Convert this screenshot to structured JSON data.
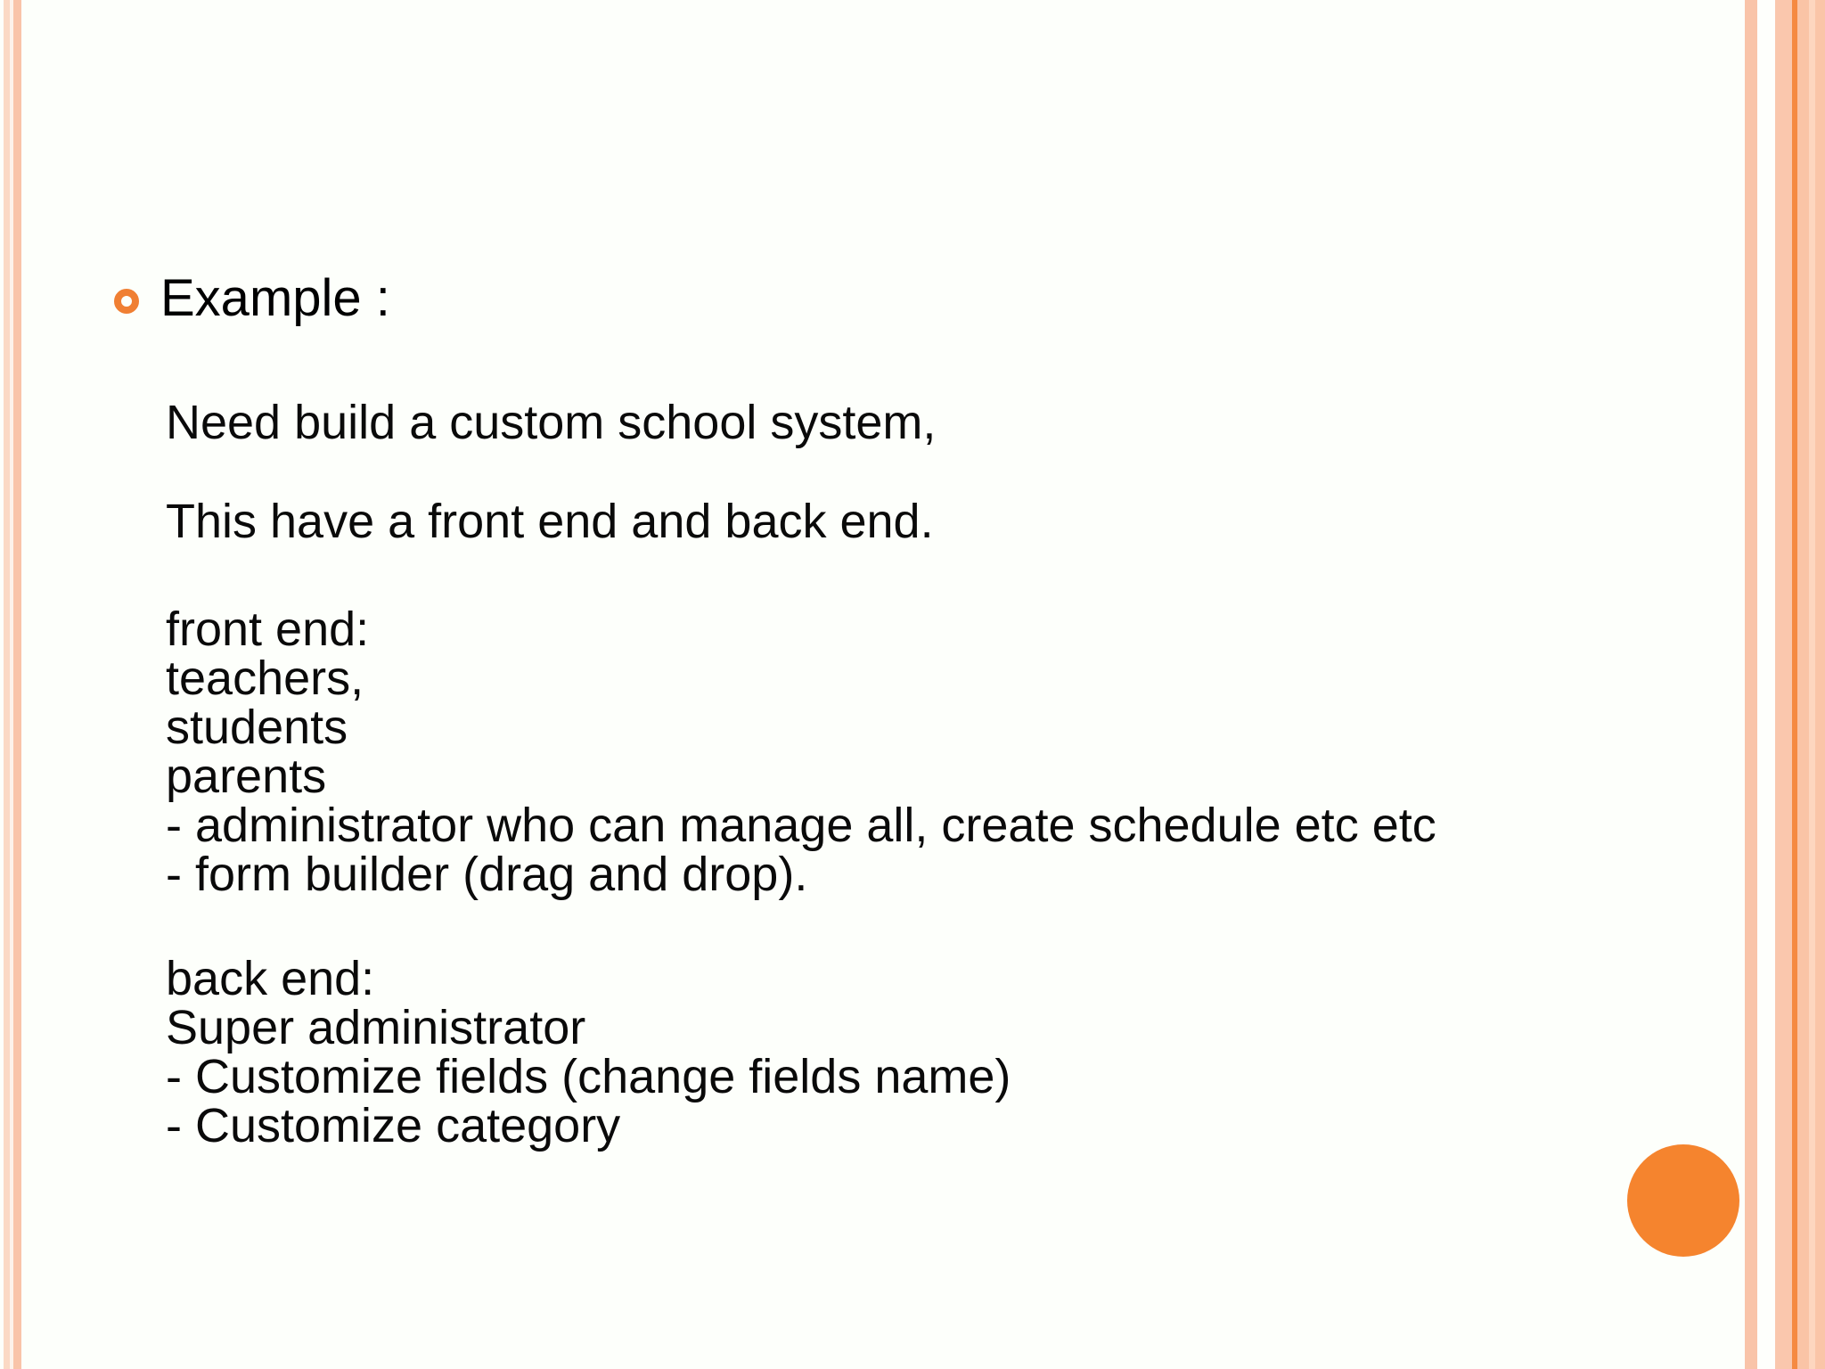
{
  "slide": {
    "background_color": "#fdfffb",
    "accent_color": "#f5842e",
    "stripe_colors": {
      "left_outer": "#fbd9c5",
      "left_gap": "#fdf2ea",
      "left_inner": "#f9c4a9",
      "right_light": "#f9c4a9",
      "right_white": "#fefffc",
      "right_peach": "#fac7ad",
      "right_accent_line": "#f58a42",
      "right_pale": "#fdd6bf"
    },
    "heading": {
      "bullet_icon": "circle-outline-bullet-icon",
      "text": "Example :"
    },
    "paragraphs": [
      "Need build a custom school system,",
      "This have a front end and back end."
    ],
    "front_end_block": {
      "lines": [
        "front end:",
        "teachers,",
        "students",
        "parents",
        "- administrator who can manage all, create schedule etc etc",
        "- form builder (drag and drop)."
      ]
    },
    "back_end_block": {
      "lines": [
        "back end:",
        "Super administrator",
        "- Customize fields (change fields name)",
        "- Customize category"
      ]
    },
    "decoration": {
      "corner_dot_icon": "filled-circle-decoration-icon"
    }
  }
}
